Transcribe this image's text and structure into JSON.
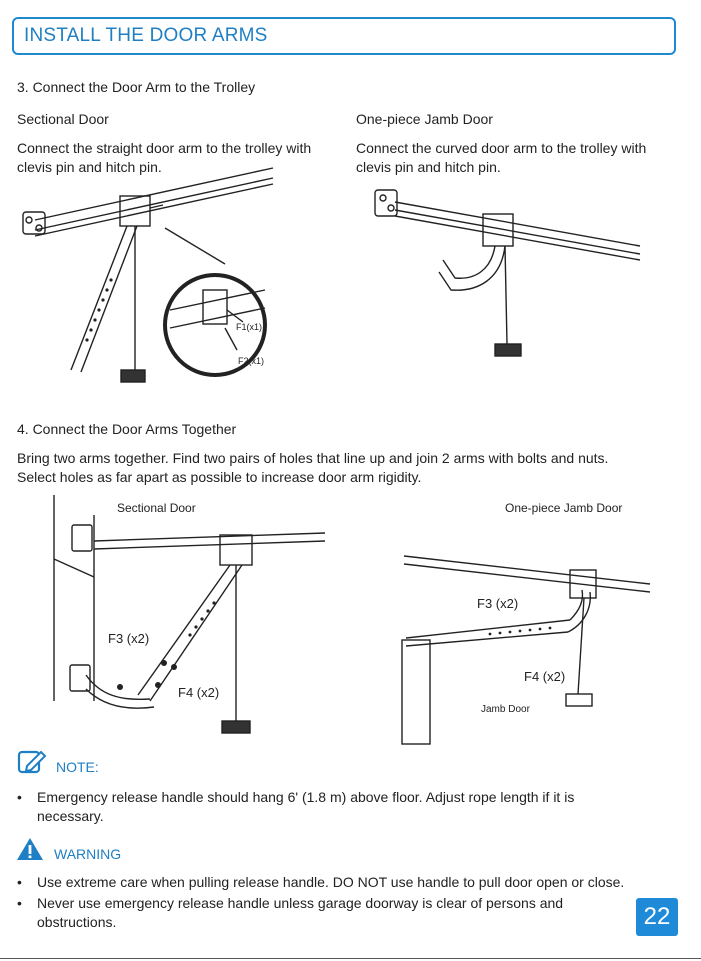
{
  "header": {
    "title": "INSTALL THE DOOR ARMS"
  },
  "step3": {
    "heading": "3. Connect the Door Arm to the Trolley",
    "sectional": {
      "title": "Sectional Door",
      "text1": "Connect the straight door arm to the trolley with",
      "text2": "clevis pin and hitch pin.",
      "label_f1": "F1(x1)",
      "label_f2": "F2(x1)"
    },
    "jamb": {
      "title": "One-piece Jamb Door",
      "text1": "Connect the curved door arm to the trolley with",
      "text2": "clevis pin and hitch pin."
    }
  },
  "step4": {
    "heading": "4. Connect the Door Arms Together",
    "text1": "Bring two arms together. Find two pairs of holes that line up and join 2 arms with bolts and nuts.",
    "text2": "Select holes as far apart as possible to increase door arm rigidity.",
    "sectional_caption": "Sectional Door",
    "jamb_caption": "One-piece Jamb Door",
    "label_f3_left": "F3 (x2)",
    "label_f4_left": "F4 (x2)",
    "label_f3_right": "F3 (x2)",
    "label_f4_right": "F4 (x2)",
    "jamb_door_label": "Jamb Door"
  },
  "note": {
    "title": "NOTE:",
    "items": [
      {
        "line1": "Emergency release handle should hang 6' (1.8 m) above floor. Adjust rope length if it is",
        "line2": "necessary."
      }
    ]
  },
  "warning": {
    "title": "WARNING",
    "items": [
      {
        "line1": "Use extreme care when pulling release handle. DO NOT use handle to pull door open or close.",
        "line2": ""
      },
      {
        "line1": "Never use emergency release handle unless garage doorway is clear of persons and",
        "line2": "obstructions."
      }
    ]
  },
  "page_number": "22",
  "colors": {
    "accent": "#1f7fc4",
    "page_badge": "#1f8bd8",
    "warning": "#1f7fc4"
  },
  "icons": {
    "note": "pencil-note-icon",
    "warning": "warning-triangle-icon"
  }
}
